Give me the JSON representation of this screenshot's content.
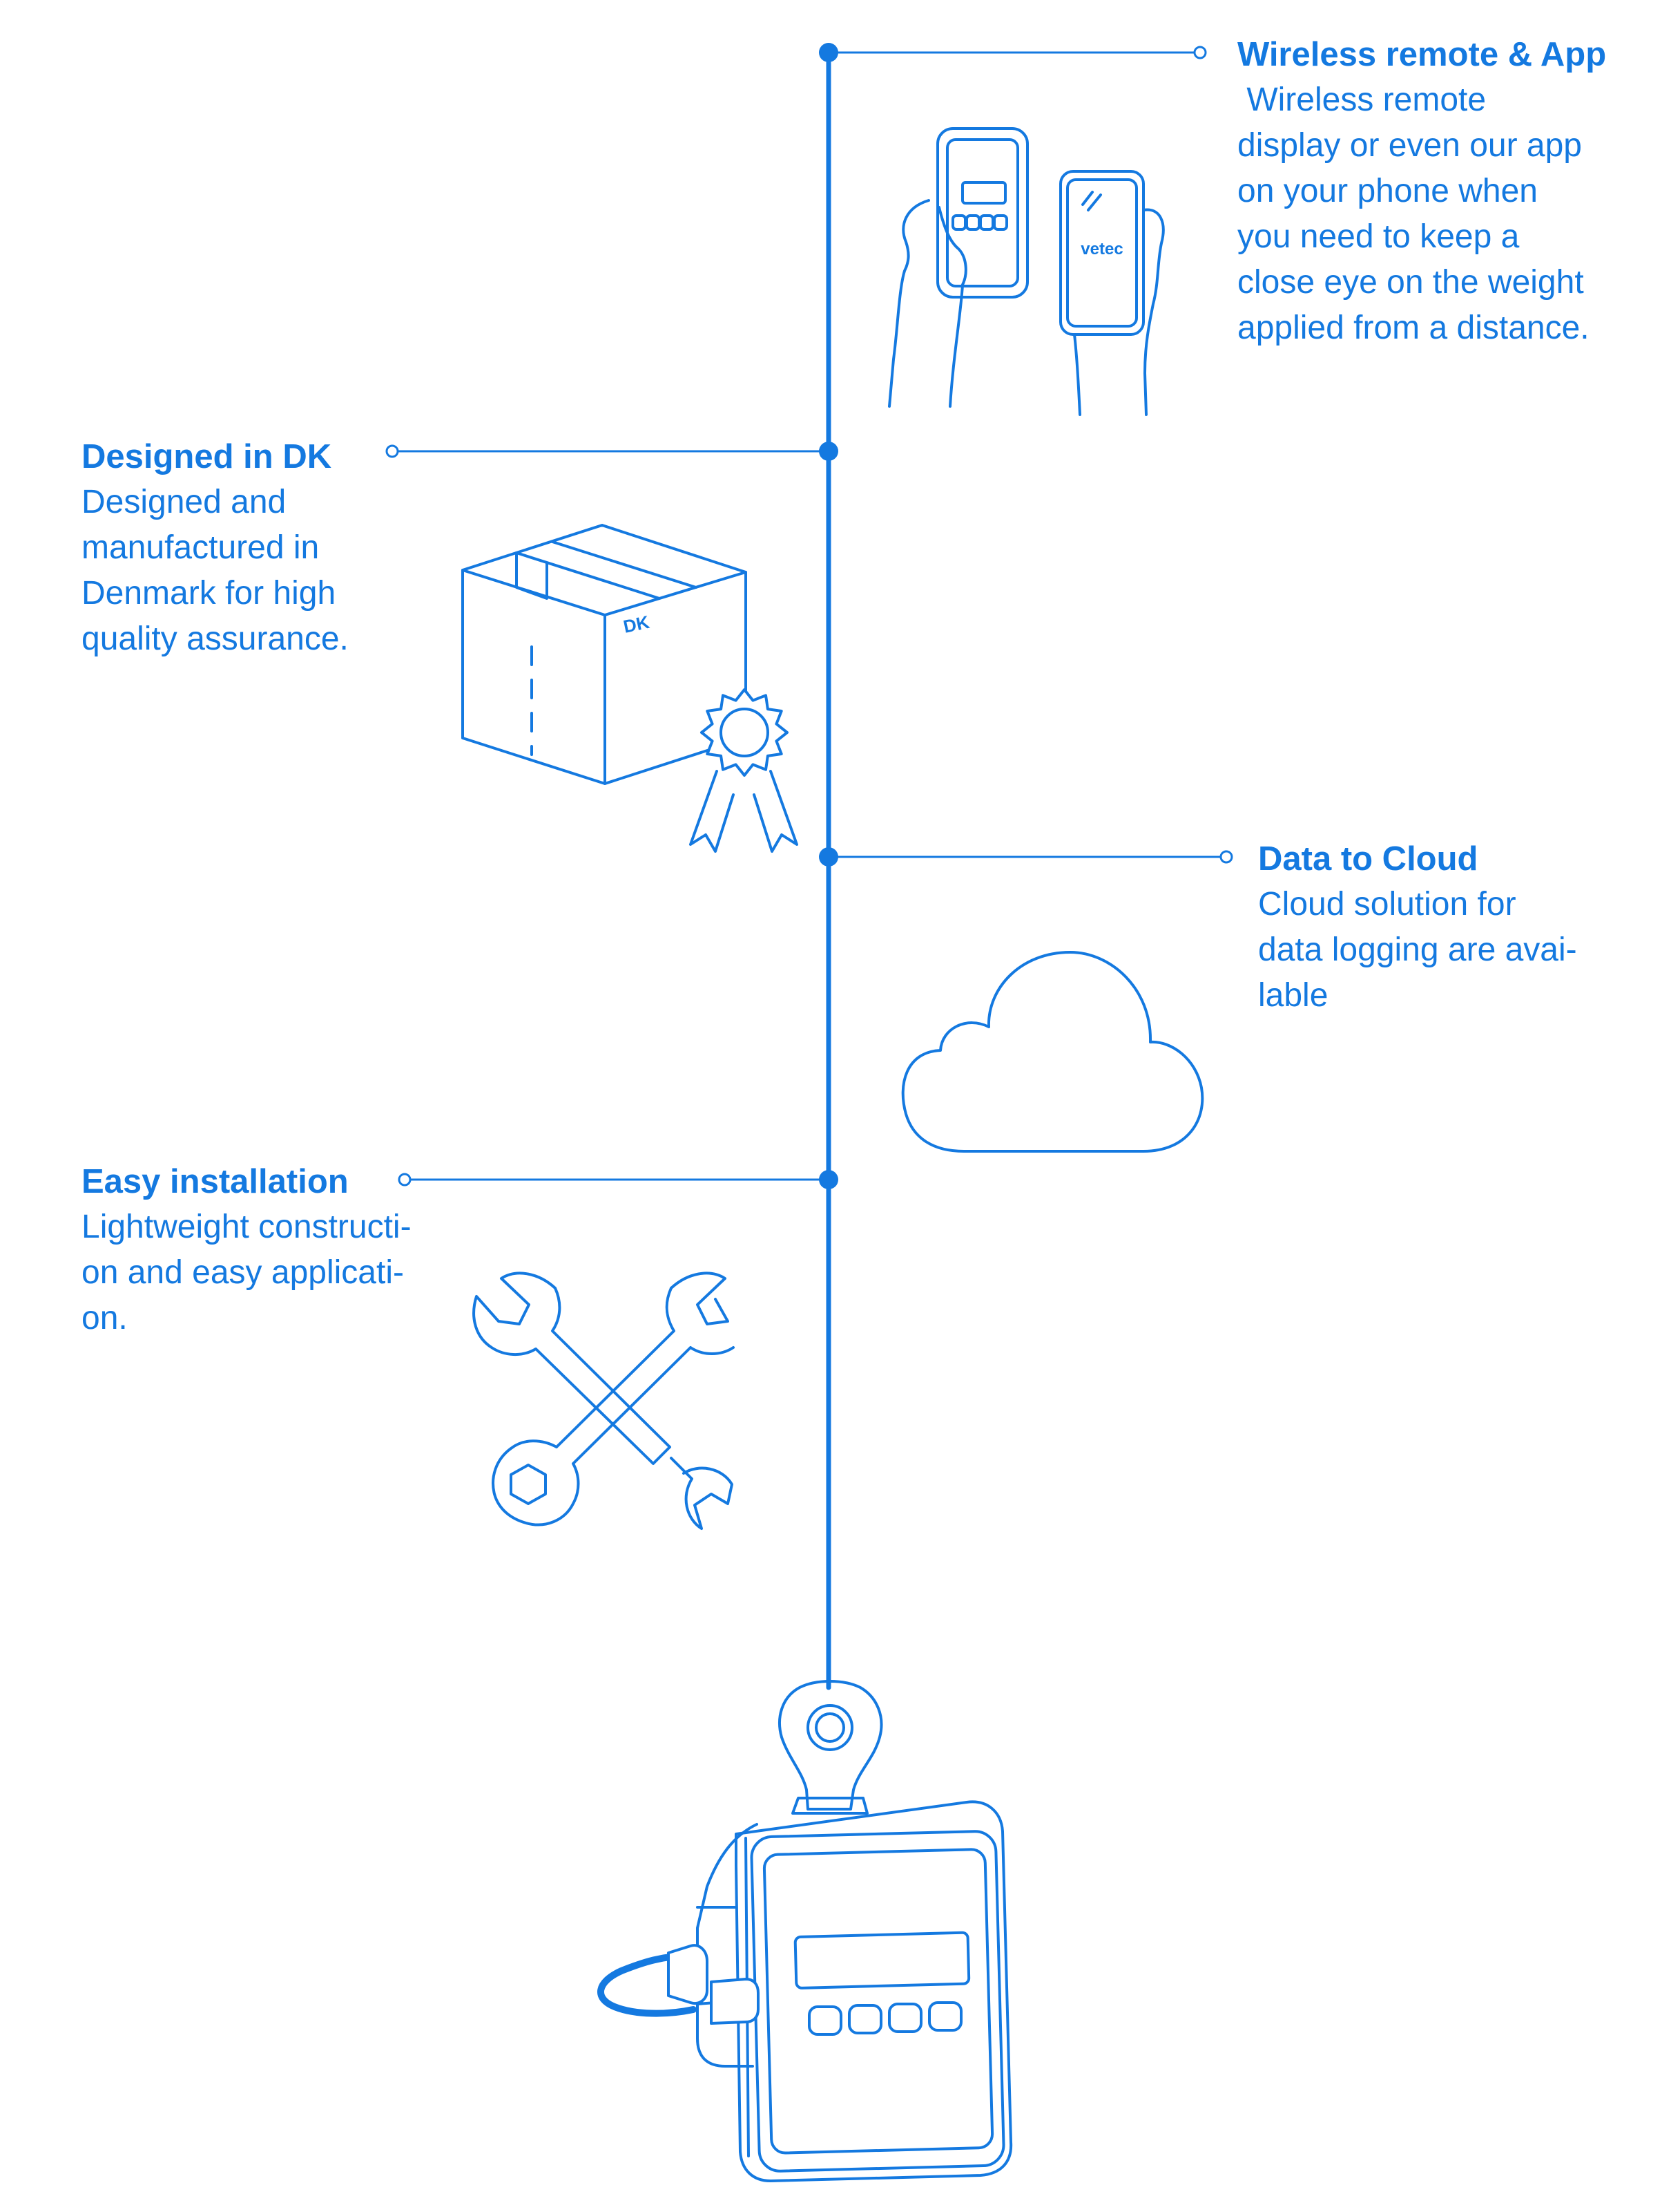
{
  "features": {
    "wireless": {
      "title": "Wireless remote & App",
      "body": " Wireless remote\ndisplay or even our app\non your phone when\nyou need to keep a\nclose eye on the weight\napplied from a distance."
    },
    "designed": {
      "title": "Designed in DK",
      "body": "Designed and\nmanufactured in\nDenmark for high\nquality assurance."
    },
    "cloud": {
      "title": "Data to Cloud",
      "body": "Cloud solution for\ndata logging are avai-\nlable"
    },
    "easy": {
      "title": "Easy installation",
      "body": "Lightweight constructi-\non and easy applicati-\non."
    }
  },
  "illustration_labels": {
    "phone_brand": "vetec",
    "box_marking": "DK"
  },
  "colors": {
    "accent": "#1479e0",
    "background": "#ffffff"
  },
  "icons": [
    "remote-and-phone-icon",
    "shipping-box-award-icon",
    "cloud-icon",
    "crossed-wrenches-icon",
    "crane-scale-icon"
  ]
}
